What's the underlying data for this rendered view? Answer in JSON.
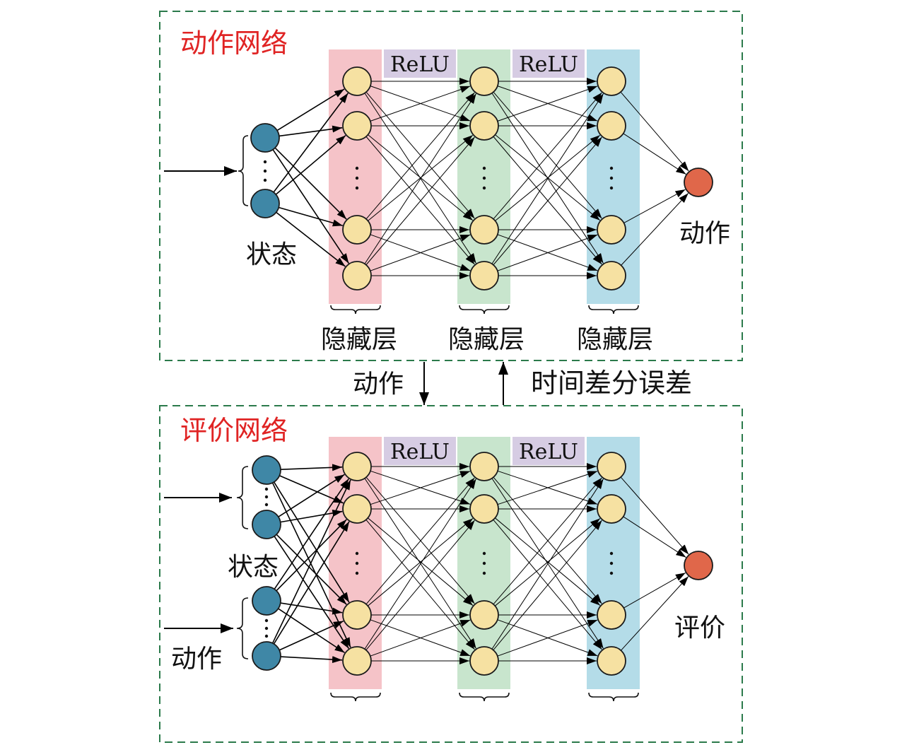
{
  "actor": {
    "title": "动作网络",
    "state_label": "状态",
    "output_label": "动作",
    "relu_labels": [
      "ReLU",
      "ReLU"
    ],
    "hidden_labels": [
      "隐藏层",
      "隐藏层",
      "隐藏层"
    ]
  },
  "critic": {
    "title": "评价网络",
    "state_label": "状态",
    "action_label": "动作",
    "output_label": "评价",
    "relu_labels": [
      "ReLU",
      "ReLU"
    ]
  },
  "between": {
    "action_label": "动作",
    "td_error_label": "时间差分误差"
  },
  "colors": {
    "title": "#e02424",
    "frame": "#2b7a4b",
    "hidden_col_1": "#f5c3c8",
    "hidden_col_2": "#c8e5cd",
    "hidden_col_3": "#b4dce8",
    "relu_box": "#d6cce3",
    "input_node": "#3f87a6",
    "hidden_node": "#f6e1a2",
    "output_node": "#e0674a"
  }
}
